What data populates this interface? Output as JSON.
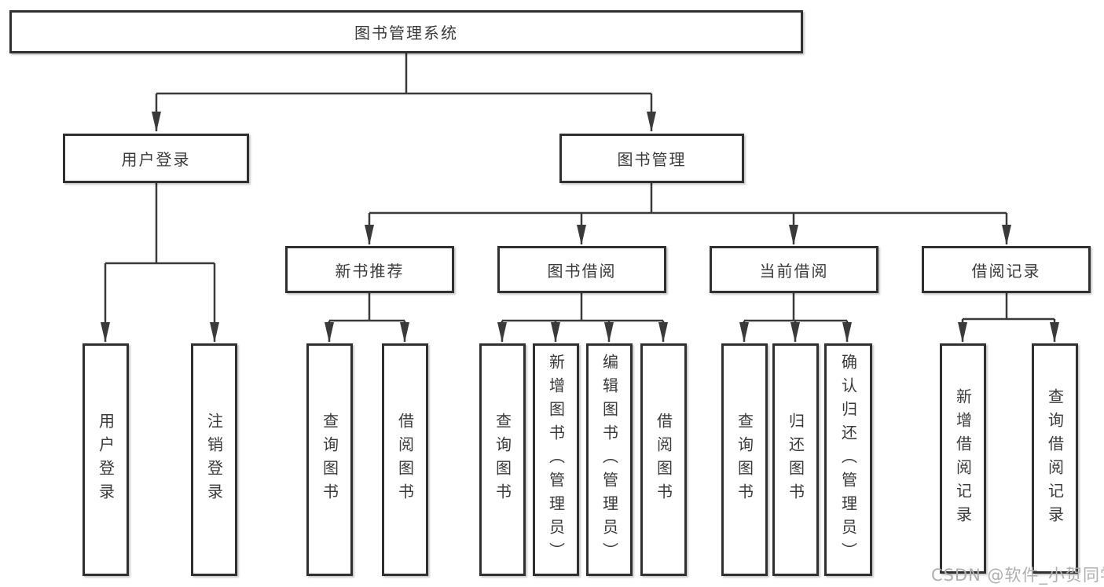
{
  "tree": {
    "root": {
      "label": "图书管理系统",
      "children": [
        {
          "label": "用户登录",
          "children": [
            {
              "label": "用户登录"
            },
            {
              "label": "注销登录"
            }
          ]
        },
        {
          "label": "图书管理",
          "children": [
            {
              "label": "新书推荐",
              "children": [
                {
                  "label": "查询图书"
                },
                {
                  "label": "借阅图书"
                }
              ]
            },
            {
              "label": "图书借阅",
              "children": [
                {
                  "label": "查询图书"
                },
                {
                  "label": "新增图书（管理员）"
                },
                {
                  "label": "编辑图书（管理员）"
                },
                {
                  "label": "借阅图书"
                }
              ]
            },
            {
              "label": "当前借阅",
              "children": [
                {
                  "label": "查询图书"
                },
                {
                  "label": "归还图书"
                },
                {
                  "label": "确认归还（管理员）"
                }
              ]
            },
            {
              "label": "借阅记录",
              "children": [
                {
                  "label": "新增借阅记录"
                },
                {
                  "label": "查询借阅记录"
                }
              ]
            }
          ]
        }
      ]
    }
  },
  "watermark": {
    "text": "CSDN @软件_小贺同学"
  },
  "colors": {
    "line": "#3a3a3a",
    "box_border": "#303030",
    "text": "#3a3a3a",
    "watermark": "#aeaeae",
    "background": "#ffffff"
  }
}
